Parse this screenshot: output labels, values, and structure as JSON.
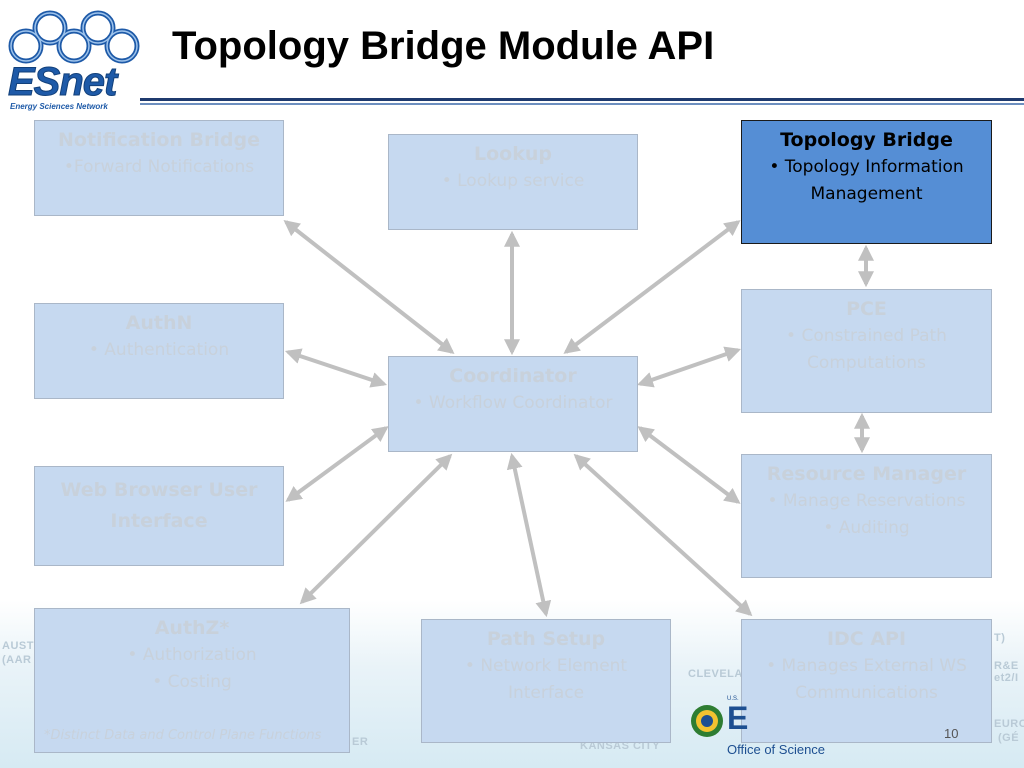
{
  "slide": {
    "title": "Topology Bridge Module API",
    "page_number": "10",
    "footnote": "*Distinct Data and Control Plane Functions"
  },
  "logo": {
    "wordmark": "ESnet",
    "tagline": "Energy Sciences Network"
  },
  "doe": {
    "prefix": "U.S.",
    "initial": "E",
    "office": "Office of Science"
  },
  "background_map_labels": [
    "AUSTI",
    "(AAR",
    "CLEVELA",
    "KANSAS CITY",
    "R&E",
    "et2/I",
    "EURO",
    "(GÉ",
    "T)",
    "ER"
  ],
  "colors": {
    "box_fill": "#c6d9f0",
    "active_box_fill": "#558ed5",
    "arrow": "#c0c0c0",
    "title_rule": "#1f3a6e"
  },
  "modules": {
    "notification_bridge": {
      "title": "Notification Bridge",
      "lines": [
        "•Forward Notifications"
      ]
    },
    "lookup": {
      "title": "Lookup",
      "lines": [
        "• Lookup service"
      ]
    },
    "topology_bridge": {
      "title": "Topology Bridge",
      "lines": [
        "• Topology Information",
        "Management"
      ]
    },
    "authn": {
      "title": "AuthN",
      "lines": [
        "• Authentication"
      ]
    },
    "coordinator": {
      "title": "Coordinator",
      "lines": [
        "• Workflow Coordinator"
      ]
    },
    "pce": {
      "title": "PCE",
      "lines": [
        "• Constrained Path",
        "Computations"
      ]
    },
    "web_browser": {
      "title": "Web Browser User",
      "title2": "Interface"
    },
    "resource_manager": {
      "title": "Resource Manager",
      "lines": [
        "• Manage Reservations",
        "• Auditing"
      ]
    },
    "authz": {
      "title": "AuthZ*",
      "lines": [
        "• Authorization",
        "• Costing"
      ]
    },
    "path_setup": {
      "title": "Path Setup",
      "lines": [
        "• Network Element",
        "Interface"
      ]
    },
    "idc_api": {
      "title": "IDC API",
      "lines": [
        "• Manages External WS",
        "Communications"
      ]
    }
  },
  "connections": [
    [
      "coordinator",
      "notification_bridge"
    ],
    [
      "coordinator",
      "lookup"
    ],
    [
      "coordinator",
      "topology_bridge"
    ],
    [
      "coordinator",
      "authn"
    ],
    [
      "coordinator",
      "pce"
    ],
    [
      "coordinator",
      "web_browser"
    ],
    [
      "coordinator",
      "resource_manager"
    ],
    [
      "coordinator",
      "authz"
    ],
    [
      "coordinator",
      "path_setup"
    ],
    [
      "coordinator",
      "idc_api"
    ],
    [
      "topology_bridge",
      "pce"
    ],
    [
      "pce",
      "resource_manager"
    ]
  ]
}
